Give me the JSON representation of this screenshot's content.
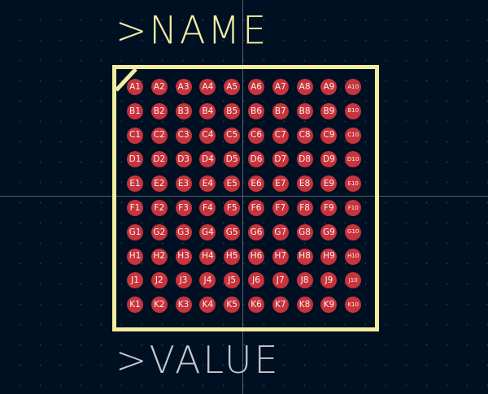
{
  "footprint": {
    "reference_label": ">NAME",
    "value_label": ">VALUE",
    "colors": {
      "background": "#001023",
      "silkscreen": "#f2eea0",
      "fab_text": "#c3c6cb",
      "pad": "#c8333c",
      "pad_text": "#f4f4f4",
      "crosshair": "#6f7885"
    },
    "grid": {
      "rows": [
        "A",
        "B",
        "C",
        "D",
        "E",
        "F",
        "G",
        "H",
        "J",
        "K"
      ],
      "columns": [
        "1",
        "2",
        "3",
        "4",
        "5",
        "6",
        "7",
        "8",
        "9",
        "10"
      ]
    }
  }
}
